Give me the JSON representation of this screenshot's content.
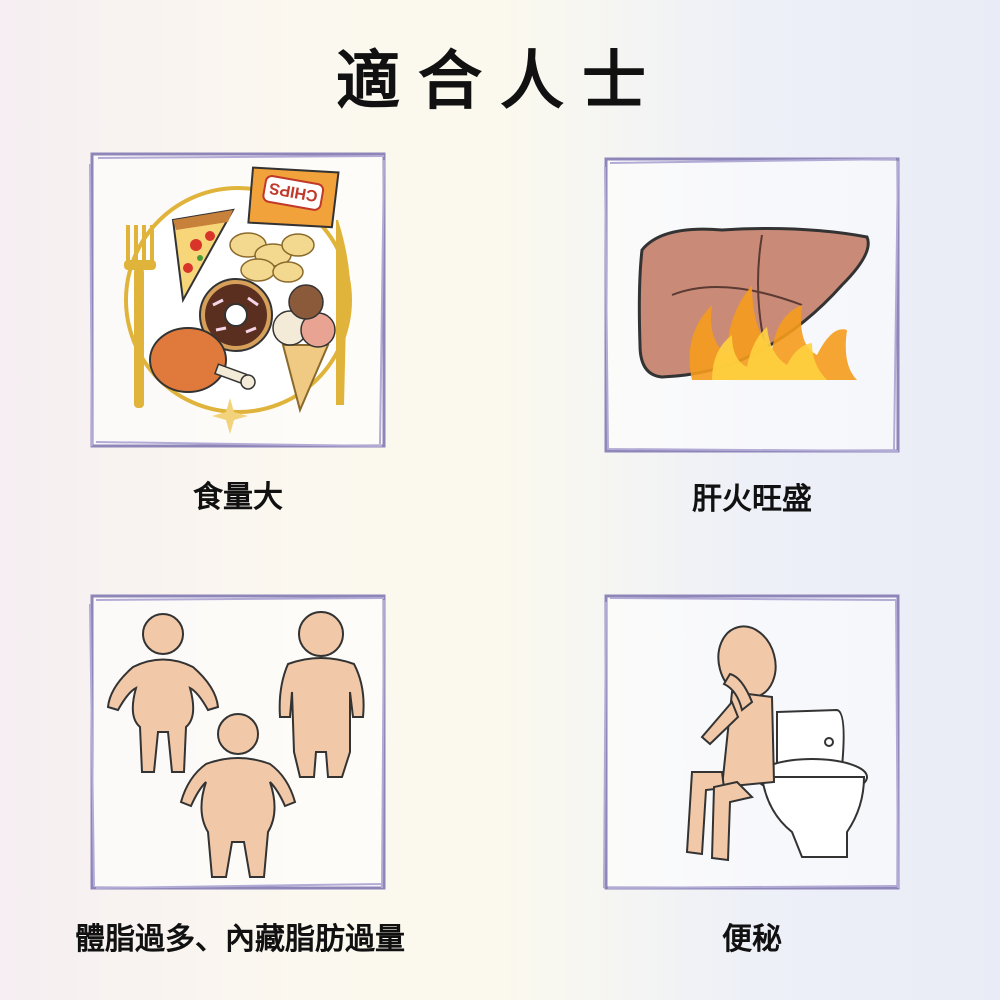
{
  "title": "適合人士",
  "cards": [
    {
      "label": "食量大",
      "icon": "junk-food-plate-icon",
      "chips_text": "CHIPS"
    },
    {
      "label": "肝火旺盛",
      "icon": "burning-liver-icon"
    },
    {
      "label": "體脂過多、內藏脂肪過量",
      "icon": "overweight-people-icon"
    },
    {
      "label": "便秘",
      "icon": "person-on-toilet-icon"
    }
  ],
  "colors": {
    "frame": "#8e86b8",
    "skin": "#f2c9a8",
    "skin_outline": "#333333",
    "liver": "#c98a78",
    "fire": "#f59b1c",
    "gold": "#e0b33a"
  }
}
